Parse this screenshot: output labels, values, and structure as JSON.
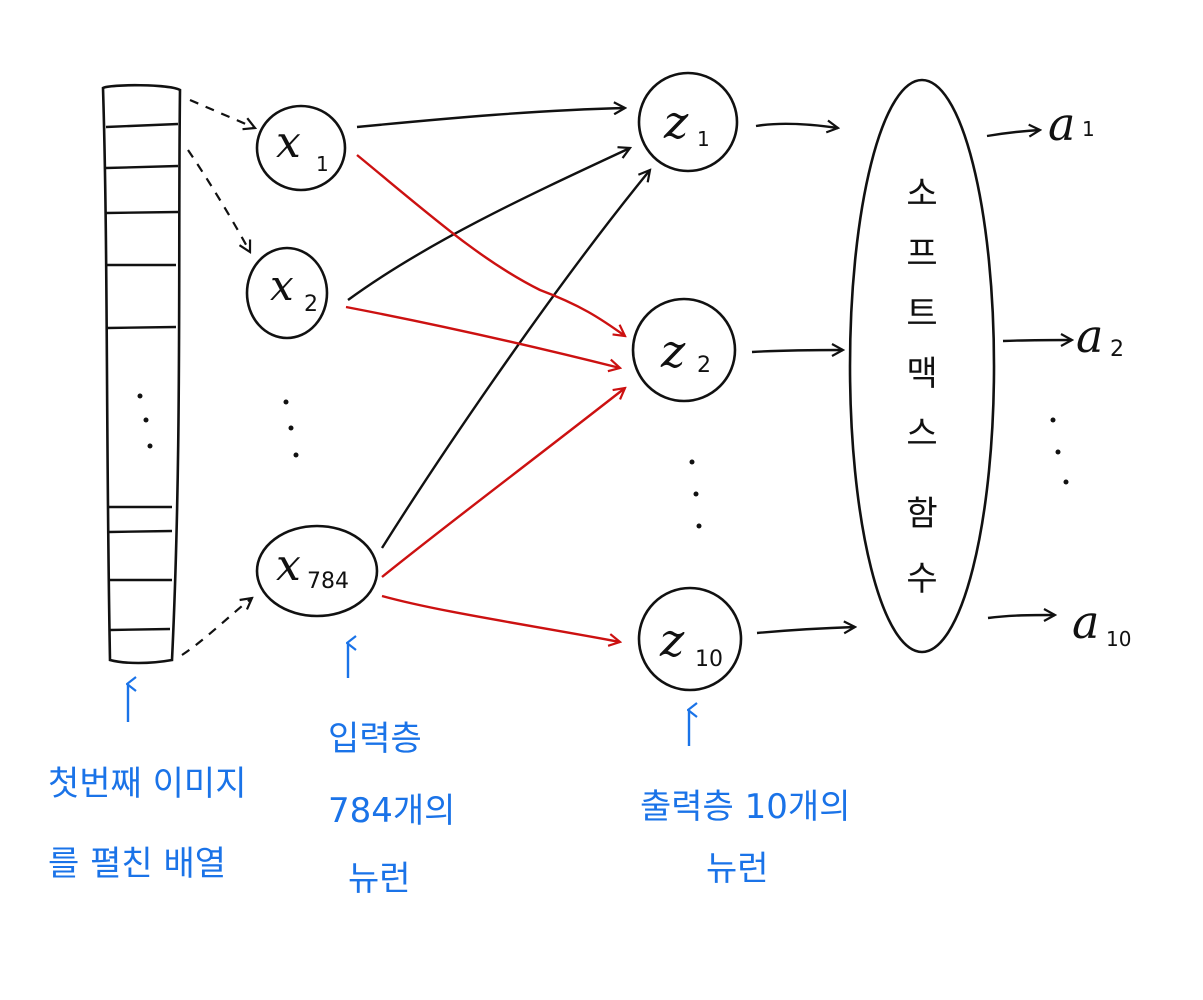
{
  "colors": {
    "ink": "#111111",
    "red": "#cc1111",
    "blue": "#1a73e8"
  },
  "inputs": [
    {
      "letter": "x",
      "sub": "1"
    },
    {
      "letter": "x",
      "sub": "2"
    },
    {
      "letter": "x",
      "sub": "784"
    }
  ],
  "outputs": [
    {
      "letter": "z",
      "sub": "1"
    },
    {
      "letter": "z",
      "sub": "2"
    },
    {
      "letter": "z",
      "sub": "10"
    }
  ],
  "activations": [
    {
      "letter": "a",
      "sub": "1"
    },
    {
      "letter": "a",
      "sub": "2"
    },
    {
      "letter": "a",
      "sub": "10"
    }
  ],
  "softmax": [
    "소",
    "프",
    "트",
    "맥",
    "스",
    "함",
    "수"
  ],
  "notes": {
    "image_line1": "첫번째 이미지",
    "image_line2": "를 펼친 배열",
    "input_line1": "입력층",
    "input_line2": "784개의",
    "input_line3": "뉴런",
    "output_line1": "출력층 10개의",
    "output_line2": "뉴런"
  }
}
